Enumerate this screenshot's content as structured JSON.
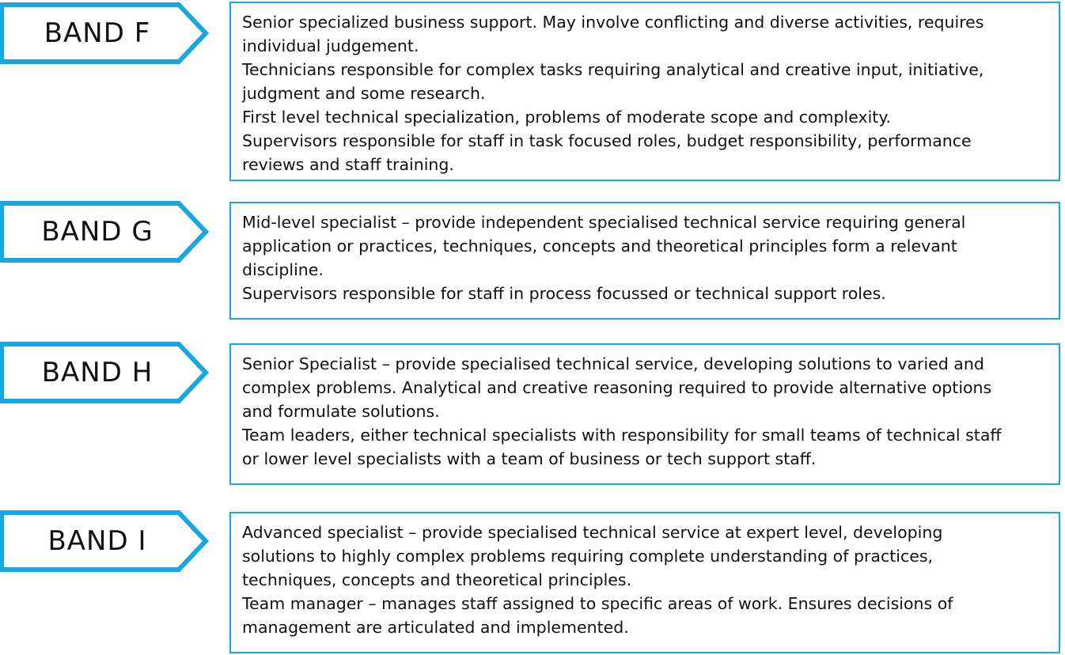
{
  "accent_color": "#1aa7e0",
  "bands": [
    {
      "label": "BAND F",
      "lines": [
        "Senior specialized business support.  May involve conflicting and diverse activities, requires",
        "individual judgement.",
        "Technicians responsible for complex tasks requiring analytical and creative input, initiative,",
        "judgment and some research.",
        "First level technical specialization, problems of moderate scope and complexity.",
        "Supervisors responsible for staff in task focused roles, budget responsibility, performance",
        "reviews and staff training."
      ]
    },
    {
      "label": "BAND G",
      "lines": [
        "Mid-level specialist – provide independent specialised technical service requiring general",
        "application or practices, techniques, concepts and theoretical principles form a relevant",
        "discipline.",
        "Supervisors responsible for staff in process focussed or technical support roles."
      ]
    },
    {
      "label": "BAND H",
      "lines": [
        "Senior Specialist – provide specialised technical service, developing solutions to varied and",
        "complex problems.  Analytical and creative reasoning required to provide alternative options",
        "and formulate solutions.",
        "Team leaders, either technical specialists with responsibility for small teams of technical staff",
        "or lower level specialists with a team of business or tech support staff."
      ]
    },
    {
      "label": "BAND I",
      "lines": [
        "Advanced specialist – provide specialised technical service at expert level, developing",
        "solutions to highly complex problems requiring complete understanding of practices,",
        "techniques, concepts and theoretical principles.",
        "Team manager – manages staff assigned to specific areas of work.  Ensures decisions of",
        "management are articulated and implemented."
      ]
    }
  ]
}
